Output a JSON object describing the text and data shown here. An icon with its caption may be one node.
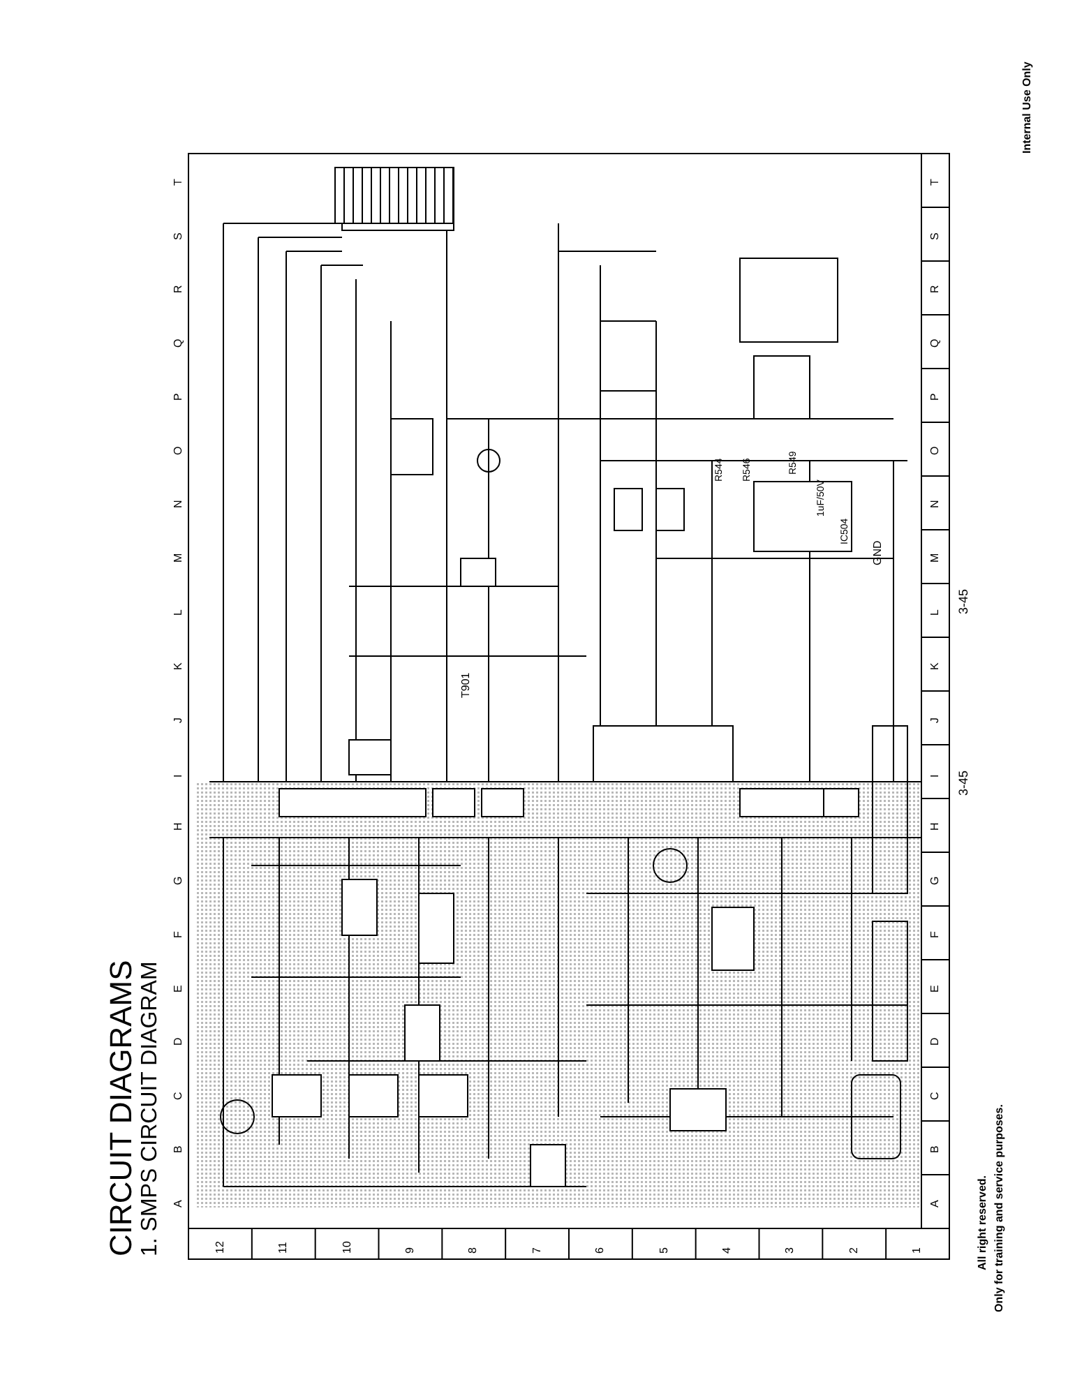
{
  "diagram": {
    "title": "CIRCUIT DIAGRAMS",
    "caption": "1. SMPS CIRCUIT DIAGRAM",
    "labels": [
      "12",
      "11",
      "10",
      "9",
      "8",
      "7",
      "6",
      "5",
      "4",
      "3",
      "2",
      "1",
      "T",
      "S",
      "R",
      "Q",
      "P",
      "O",
      "N",
      "M",
      "L",
      "K",
      "J",
      "I",
      "H",
      "G",
      "F",
      "E",
      "D",
      "C",
      "B",
      "A",
      "T",
      "S",
      "R",
      "Q",
      "P",
      "O",
      "N",
      "M",
      "L",
      "K",
      "J",
      "I",
      "H",
      "G",
      "F",
      "E",
      "D",
      "C",
      "B",
      "A",
      "T901",
      "R544",
      "R546",
      "R549",
      "1uF/50V",
      "IC504",
      "GND",
      "3-45",
      "3-45",
      "All right reserved.",
      "Only for training and service purposes.",
      "Internal Use Only"
    ]
  }
}
